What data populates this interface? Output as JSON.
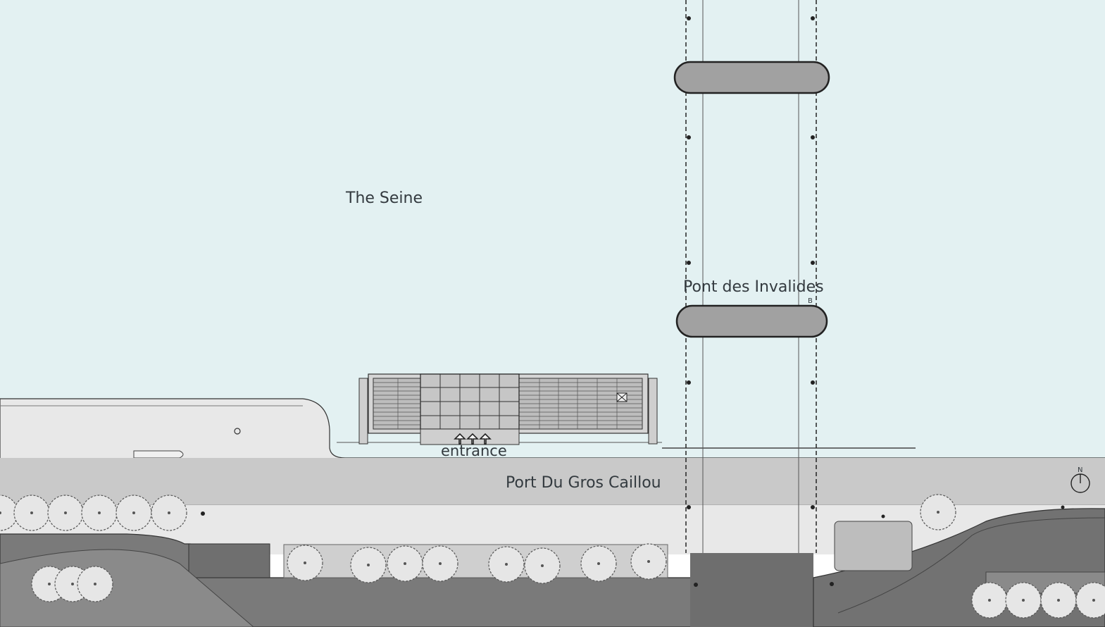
{
  "labels": {
    "river": "The Seine",
    "bridge": "Pont des Invalides",
    "bridge_mark": "B",
    "entrance": "entrance",
    "quay": "Port Du Gros Caillou",
    "north": "N"
  },
  "colors": {
    "water": "#e3f1f2",
    "quay_walkway": "#e8e8e8",
    "quay_road": "#c9c9c9",
    "lower_street": "#7a7a7a",
    "pier": "#a1a1a1",
    "building_roof": "#c0c0c0",
    "tree": "#e6e6e6",
    "line": "#2a2a2a"
  },
  "icons": [
    "north-arrow-icon",
    "tree-icon",
    "entrance-arrow-icon"
  ]
}
